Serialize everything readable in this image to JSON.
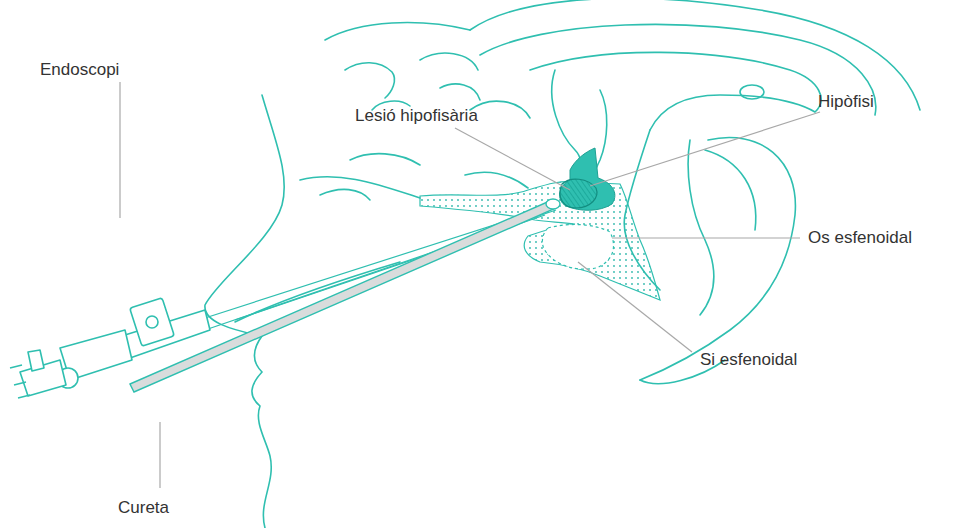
{
  "diagram": {
    "labels": [
      "Lesió hipofisària",
      "Hipòfisi",
      "Endoscopi",
      "Os esfenoidal",
      "Si esfenoidal",
      "Cureta"
    ]
  }
}
